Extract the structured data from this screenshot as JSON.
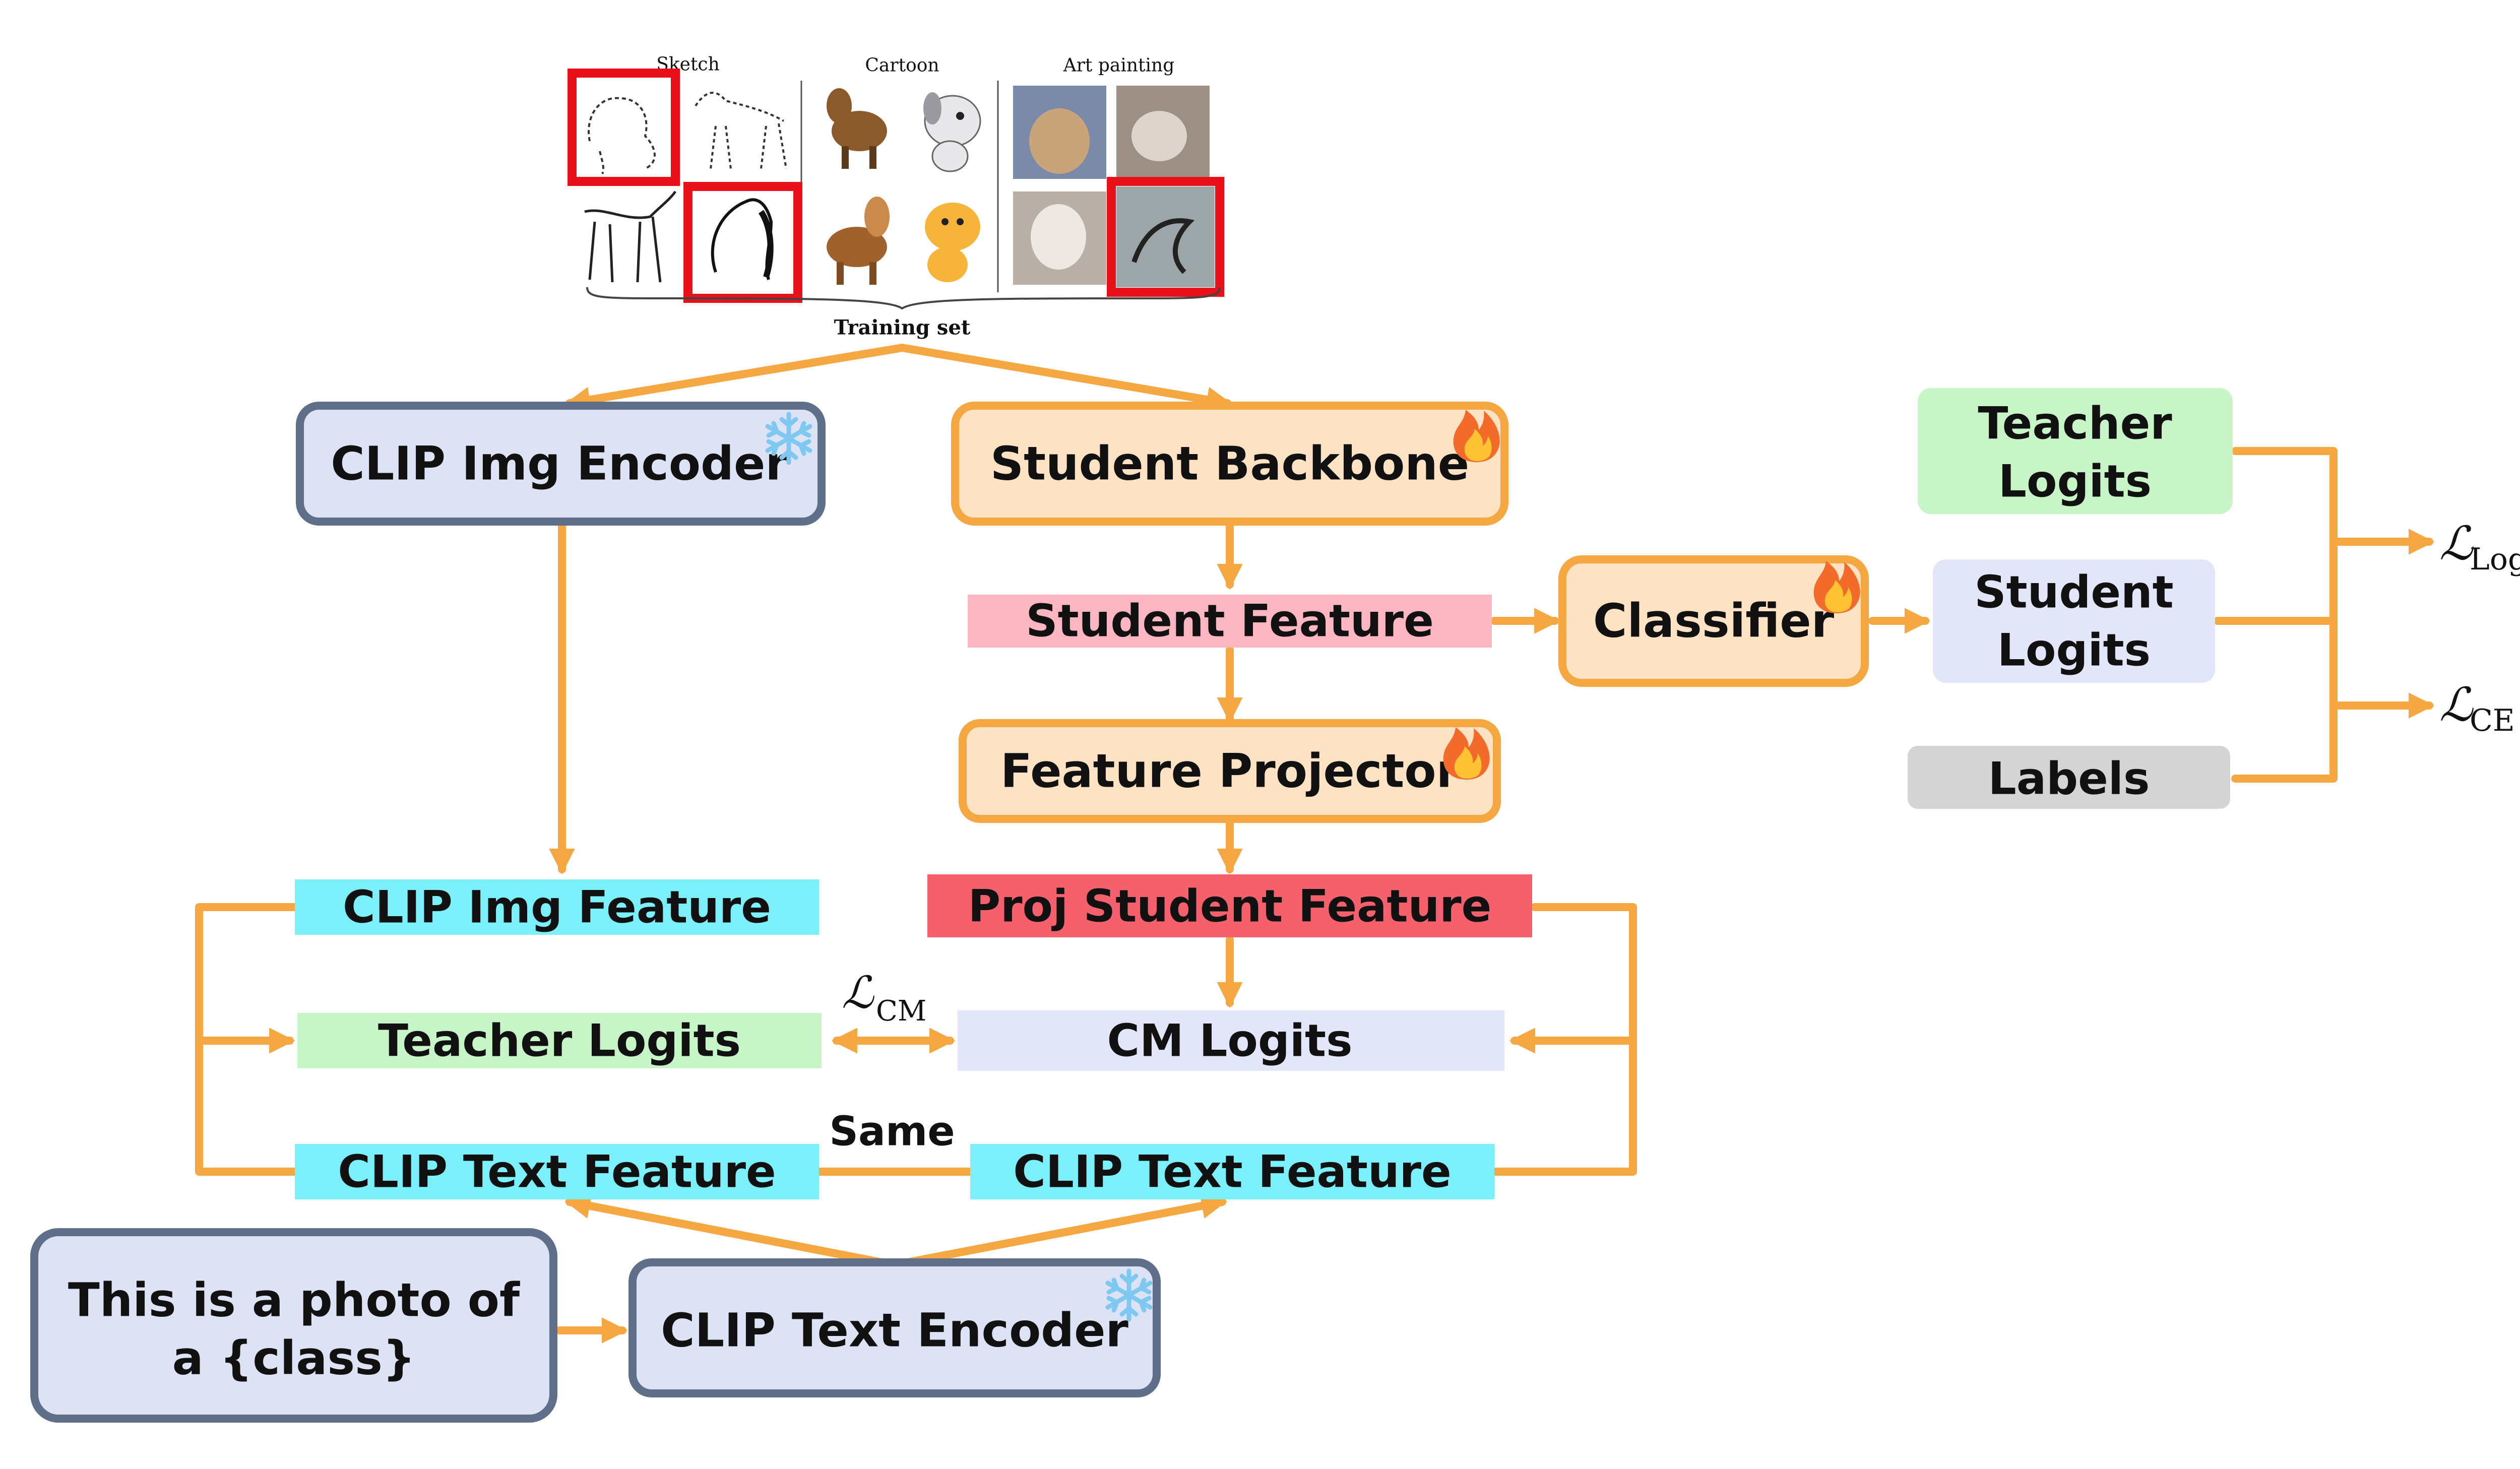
{
  "training_panel": {
    "col1": "Sketch",
    "col2": "Cartoon",
    "col3": "Art painting",
    "caption": "Training set"
  },
  "nodes": {
    "clip_img_encoder": "CLIP Img Encoder",
    "student_backbone": "Student Backbone",
    "student_feature": "Student Feature",
    "classifier": "Classifier",
    "teacher_logits_right_l1": "Teacher",
    "teacher_logits_right_l2": "Logits",
    "student_logits_l1": "Student",
    "student_logits_l2": "Logits",
    "labels": "Labels",
    "feature_projector": "Feature Projector",
    "clip_img_feature": "CLIP Img Feature",
    "proj_student_feature": "Proj Student Feature",
    "teacher_logits_left": "Teacher Logits",
    "cm_logits": "CM Logits",
    "clip_text_feature_left": "CLIP Text Feature",
    "clip_text_feature_right": "CLIP Text Feature",
    "same": "Same",
    "prompt_l1": "This is a photo of",
    "prompt_l2": "a {class}",
    "clip_text_encoder": "CLIP Text Encoder"
  },
  "losses": {
    "logits_symbol": "ℒ",
    "logits_sub": "Logits",
    "ce_symbol": "ℒ",
    "ce_sub": "CE",
    "cm_symbol": "ℒ",
    "cm_sub": "CM"
  },
  "colors": {
    "arrow": "#F5A742",
    "blue_box_fill": "#DDE3F5",
    "blue_box_border": "#5F6F8A",
    "orange_box_fill": "#FDE2C4",
    "orange_box_border": "#F5A742",
    "pink": "#FBB6C1",
    "red": "#F4606C",
    "cyan": "#7BF0FA",
    "lightgreen": "#C8F5C8",
    "lavender": "#E3E5F8",
    "gray": "#D4D4D4"
  },
  "icons": {
    "frozen": "snowflake-icon",
    "trainable": "fire-icon"
  }
}
